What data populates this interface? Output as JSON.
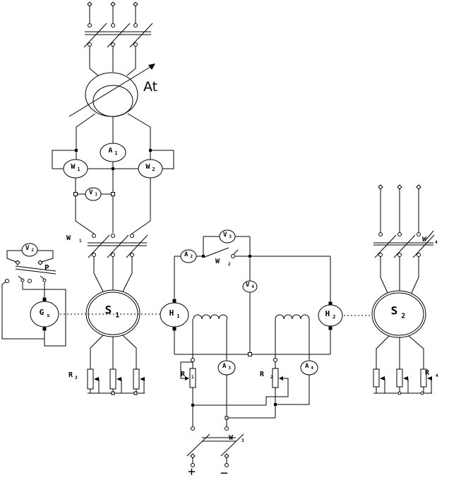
{
  "colors": {
    "line": "#000000",
    "background": "#ffffff"
  },
  "labels": {
    "autotransformer": "At",
    "polarity": {
      "plus": "+",
      "minus": "−"
    },
    "meters": {
      "a1": {
        "sym": "A",
        "sub": "1"
      },
      "w1": {
        "sym": "W",
        "sub": "1"
      },
      "w2": {
        "sym": "W",
        "sub": "2"
      },
      "v1": {
        "sym": "V",
        "sub": "1"
      },
      "v2": {
        "sym": "V",
        "sub": "2"
      },
      "v3": {
        "sym": "V",
        "sub": "3"
      },
      "a2": {
        "sym": "A",
        "sub": "2"
      },
      "v4": {
        "sym": "V",
        "sub": "4"
      },
      "a3": {
        "sym": "A",
        "sub": "3"
      },
      "a4": {
        "sym": "A",
        "sub": "4"
      }
    },
    "machines": {
      "g": {
        "sym": "G",
        "sub": "s"
      },
      "s1": {
        "sym": "S",
        "sub": "1"
      },
      "s2": {
        "sym": "S",
        "sub": "2"
      },
      "h1": {
        "sym": "H",
        "sub": "1"
      },
      "h2": {
        "sym": "H",
        "sub": "2"
      }
    },
    "switches": {
      "w1": {
        "sym": "W",
        "sub": "1"
      },
      "w2": {
        "sym": "W",
        "sub": "2"
      },
      "w3": {
        "sym": "W",
        "sub": "3"
      },
      "w4": {
        "sym": "W",
        "sub": "4"
      },
      "p": {
        "sym": "P",
        "sub": ""
      }
    },
    "rheostats": {
      "r1": {
        "sym": "R",
        "sub": "1"
      },
      "r2": {
        "sym": "R",
        "sub": "2"
      },
      "r3": {
        "sym": "R",
        "sub": "3"
      },
      "r4": {
        "sym": "R",
        "sub": "4"
      }
    }
  }
}
